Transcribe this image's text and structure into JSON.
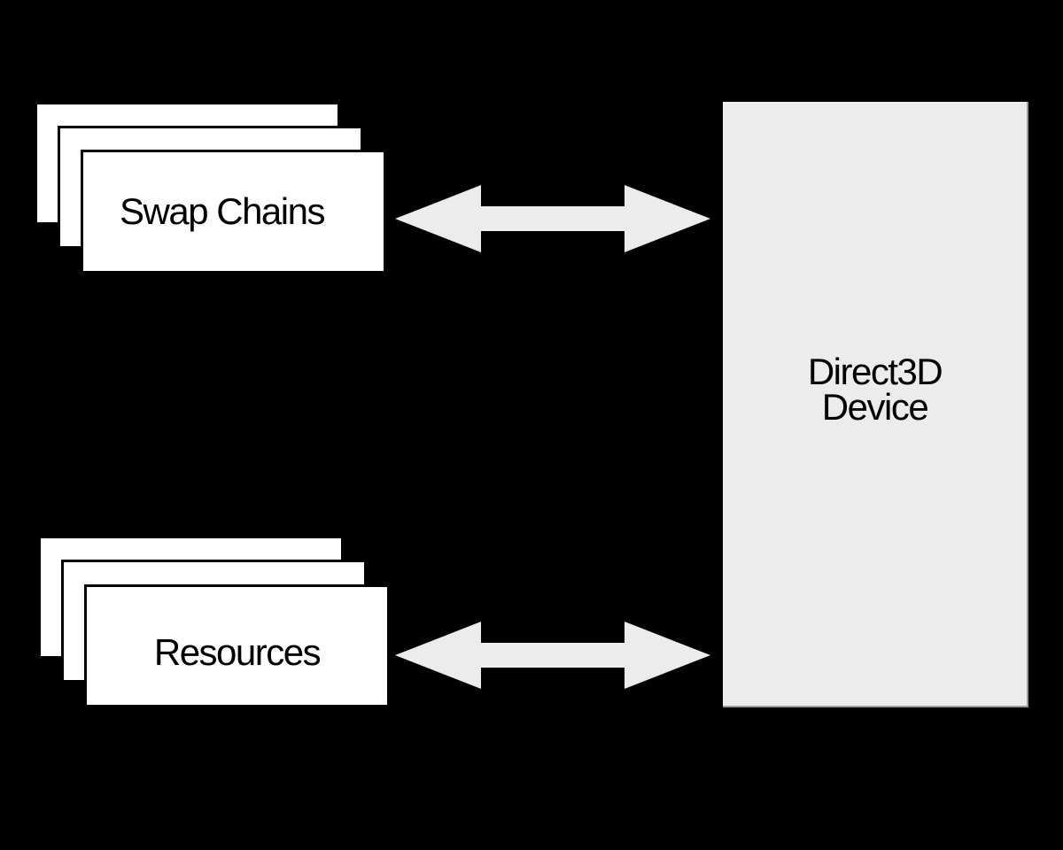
{
  "nodes": {
    "swap_chains": {
      "label": "Swap Chains",
      "stack_count": 3
    },
    "resources": {
      "label": "Resources",
      "stack_count": 3
    },
    "direct3d_device": {
      "lines": [
        "Direct3D",
        "Device"
      ]
    }
  },
  "connectors": [
    {
      "from": "swap_chains",
      "to": "direct3d_device",
      "type": "double-arrow"
    },
    {
      "from": "resources",
      "to": "direct3d_device",
      "type": "double-arrow"
    }
  ],
  "colors": {
    "background": "#000000",
    "card_fill": "#ffffff",
    "card_border": "#000000",
    "device_fill": "#ececec",
    "device_edge": "#9a9a9a",
    "arrow_fill": "#ececec",
    "text": "#000000"
  }
}
